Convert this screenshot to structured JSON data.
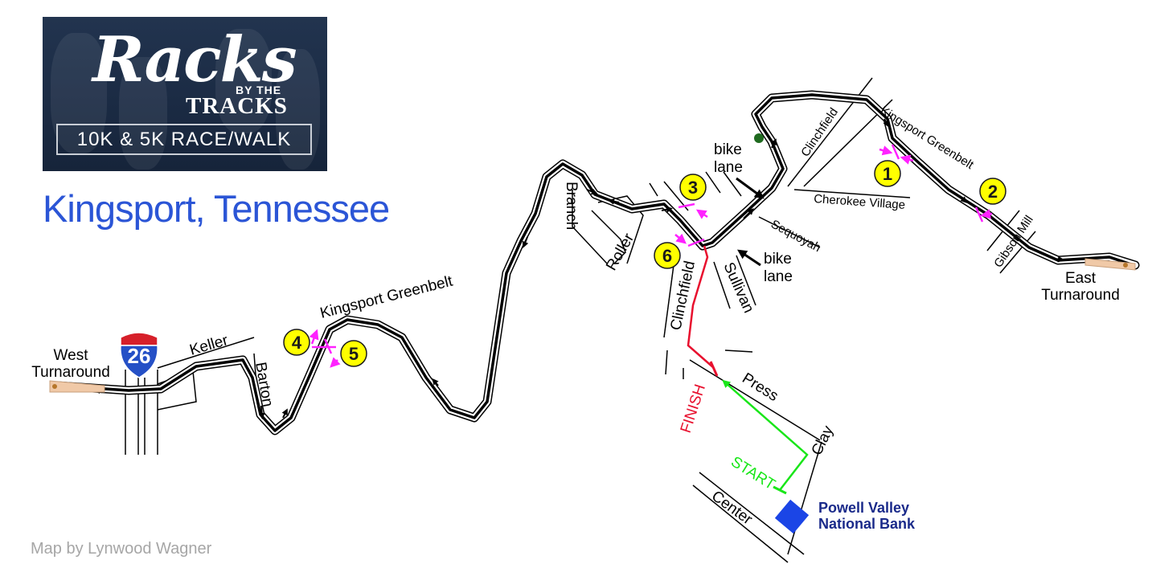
{
  "logo": {
    "script_text": "Racks",
    "by_text": "BY THE",
    "tracks_text": "TRACKS",
    "subtitle": "10K & 5K RACE/WALK"
  },
  "location_title": "Kingsport, Tennessee",
  "credit": "Map by Lynwood Wagner",
  "colors": {
    "title_blue": "#2b55d6",
    "finish_red": "#e8102e",
    "start_green": "#19e619",
    "marker_yellow": "#ffff00",
    "split_magenta": "#ff22ff",
    "bank_blue": "#1b45e6",
    "interstate_blue": "#2550c6",
    "interstate_red": "#d6202a",
    "turnaround_fill": "#f0c9a7"
  },
  "labels": {
    "west_turnaround": [
      "West",
      "Turnaround"
    ],
    "east_turnaround": [
      "East",
      "Turnaround"
    ],
    "interstate": "26",
    "keller": "Keller",
    "barton": "Barton",
    "greenbelt_west": "Kingsport Greenbelt",
    "greenbelt_east": "Kingsport Greenbelt",
    "branch": "Branch",
    "roller": "Roller",
    "clinchfield_west": "Clinchfield",
    "clinchfield_east": "Clinchfield",
    "sullivan": "Sullivan",
    "sequoyah": "Sequoyah",
    "cherokee_village": "Cherokee Village",
    "gibson_mill": "Gibson Mill",
    "press": "Press",
    "clay": "Clay",
    "center": "Center",
    "bike_lane_top": [
      "bike",
      "lane"
    ],
    "bike_lane_bottom": [
      "bike",
      "lane"
    ],
    "finish": "FINISH",
    "start": "START",
    "bank": [
      "Powell Valley",
      "National Bank"
    ]
  },
  "markers": [
    "1",
    "2",
    "3",
    "4",
    "5",
    "6"
  ],
  "icons": {
    "interstate_shield": "interstate-26-shield-icon",
    "turnaround": "turnaround-icon",
    "bank": "bank-square-icon",
    "water_stop": "water-stop-icon"
  }
}
